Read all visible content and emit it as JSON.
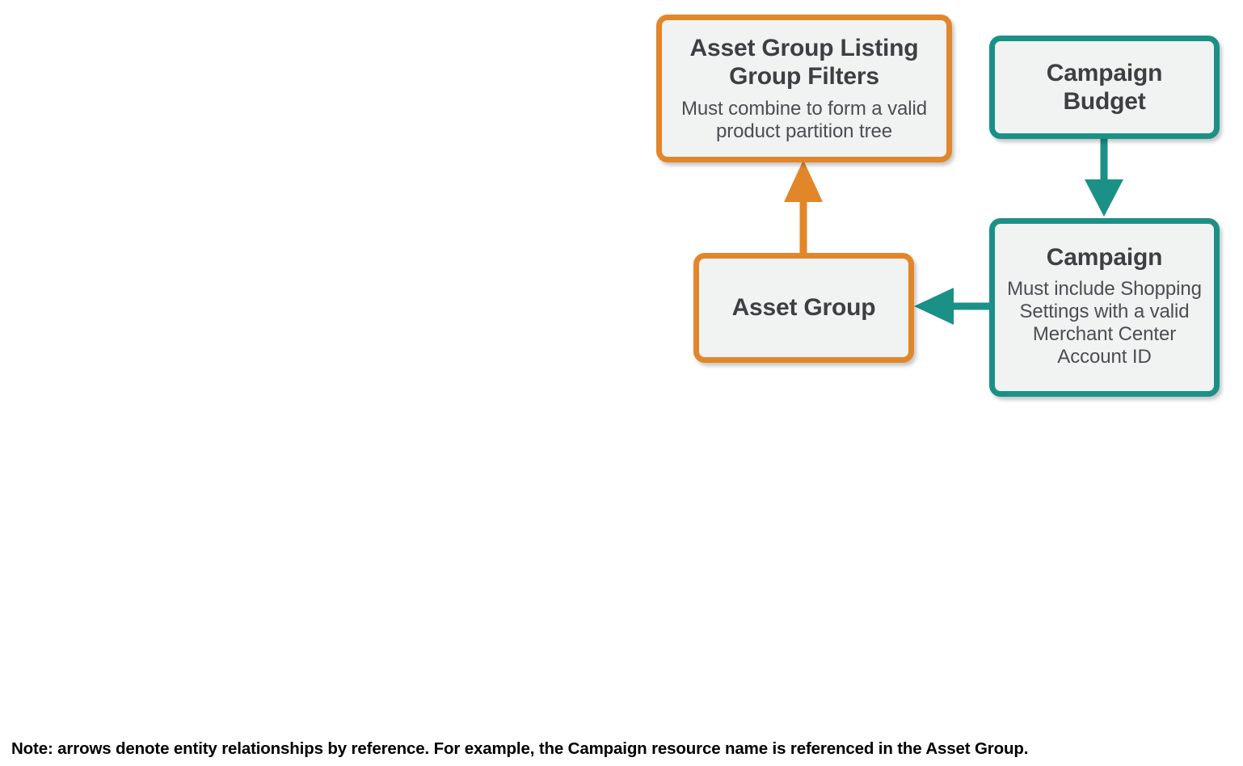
{
  "diagram": {
    "type": "entity-relationship",
    "nodes": [
      {
        "id": "asset-group-listing-group-filters",
        "title": "Asset Group Listing Group Filters",
        "description": "Must combine to form a valid product partition tree",
        "accent": "#E2862A",
        "fill": "#F1F3F2"
      },
      {
        "id": "campaign-budget",
        "title": "Campaign Budget",
        "description": "",
        "accent": "#1B9087",
        "fill": "#F1F3F2"
      },
      {
        "id": "asset-group",
        "title": "Asset Group",
        "description": "",
        "accent": "#E2862A",
        "fill": "#F1F3F2"
      },
      {
        "id": "campaign",
        "title": "Campaign",
        "description": "Must include Shopping Settings with a valid Merchant Center Account ID",
        "accent": "#1B9087",
        "fill": "#F1F3F2"
      }
    ],
    "edges": [
      {
        "id": "asset-group-to-listing-group-filters",
        "from": "asset-group",
        "to": "asset-group-listing-group-filters",
        "direction": "up",
        "color": "#E2862A"
      },
      {
        "id": "campaign-budget-to-campaign",
        "from": "campaign-budget",
        "to": "campaign",
        "direction": "down",
        "color": "#1B9087"
      },
      {
        "id": "campaign-to-asset-group",
        "from": "campaign",
        "to": "asset-group",
        "direction": "left",
        "color": "#1B9087"
      }
    ]
  },
  "footer": {
    "note": "Note: arrows denote entity relationships by reference. For example, the Campaign resource name is referenced in the Asset Group."
  }
}
